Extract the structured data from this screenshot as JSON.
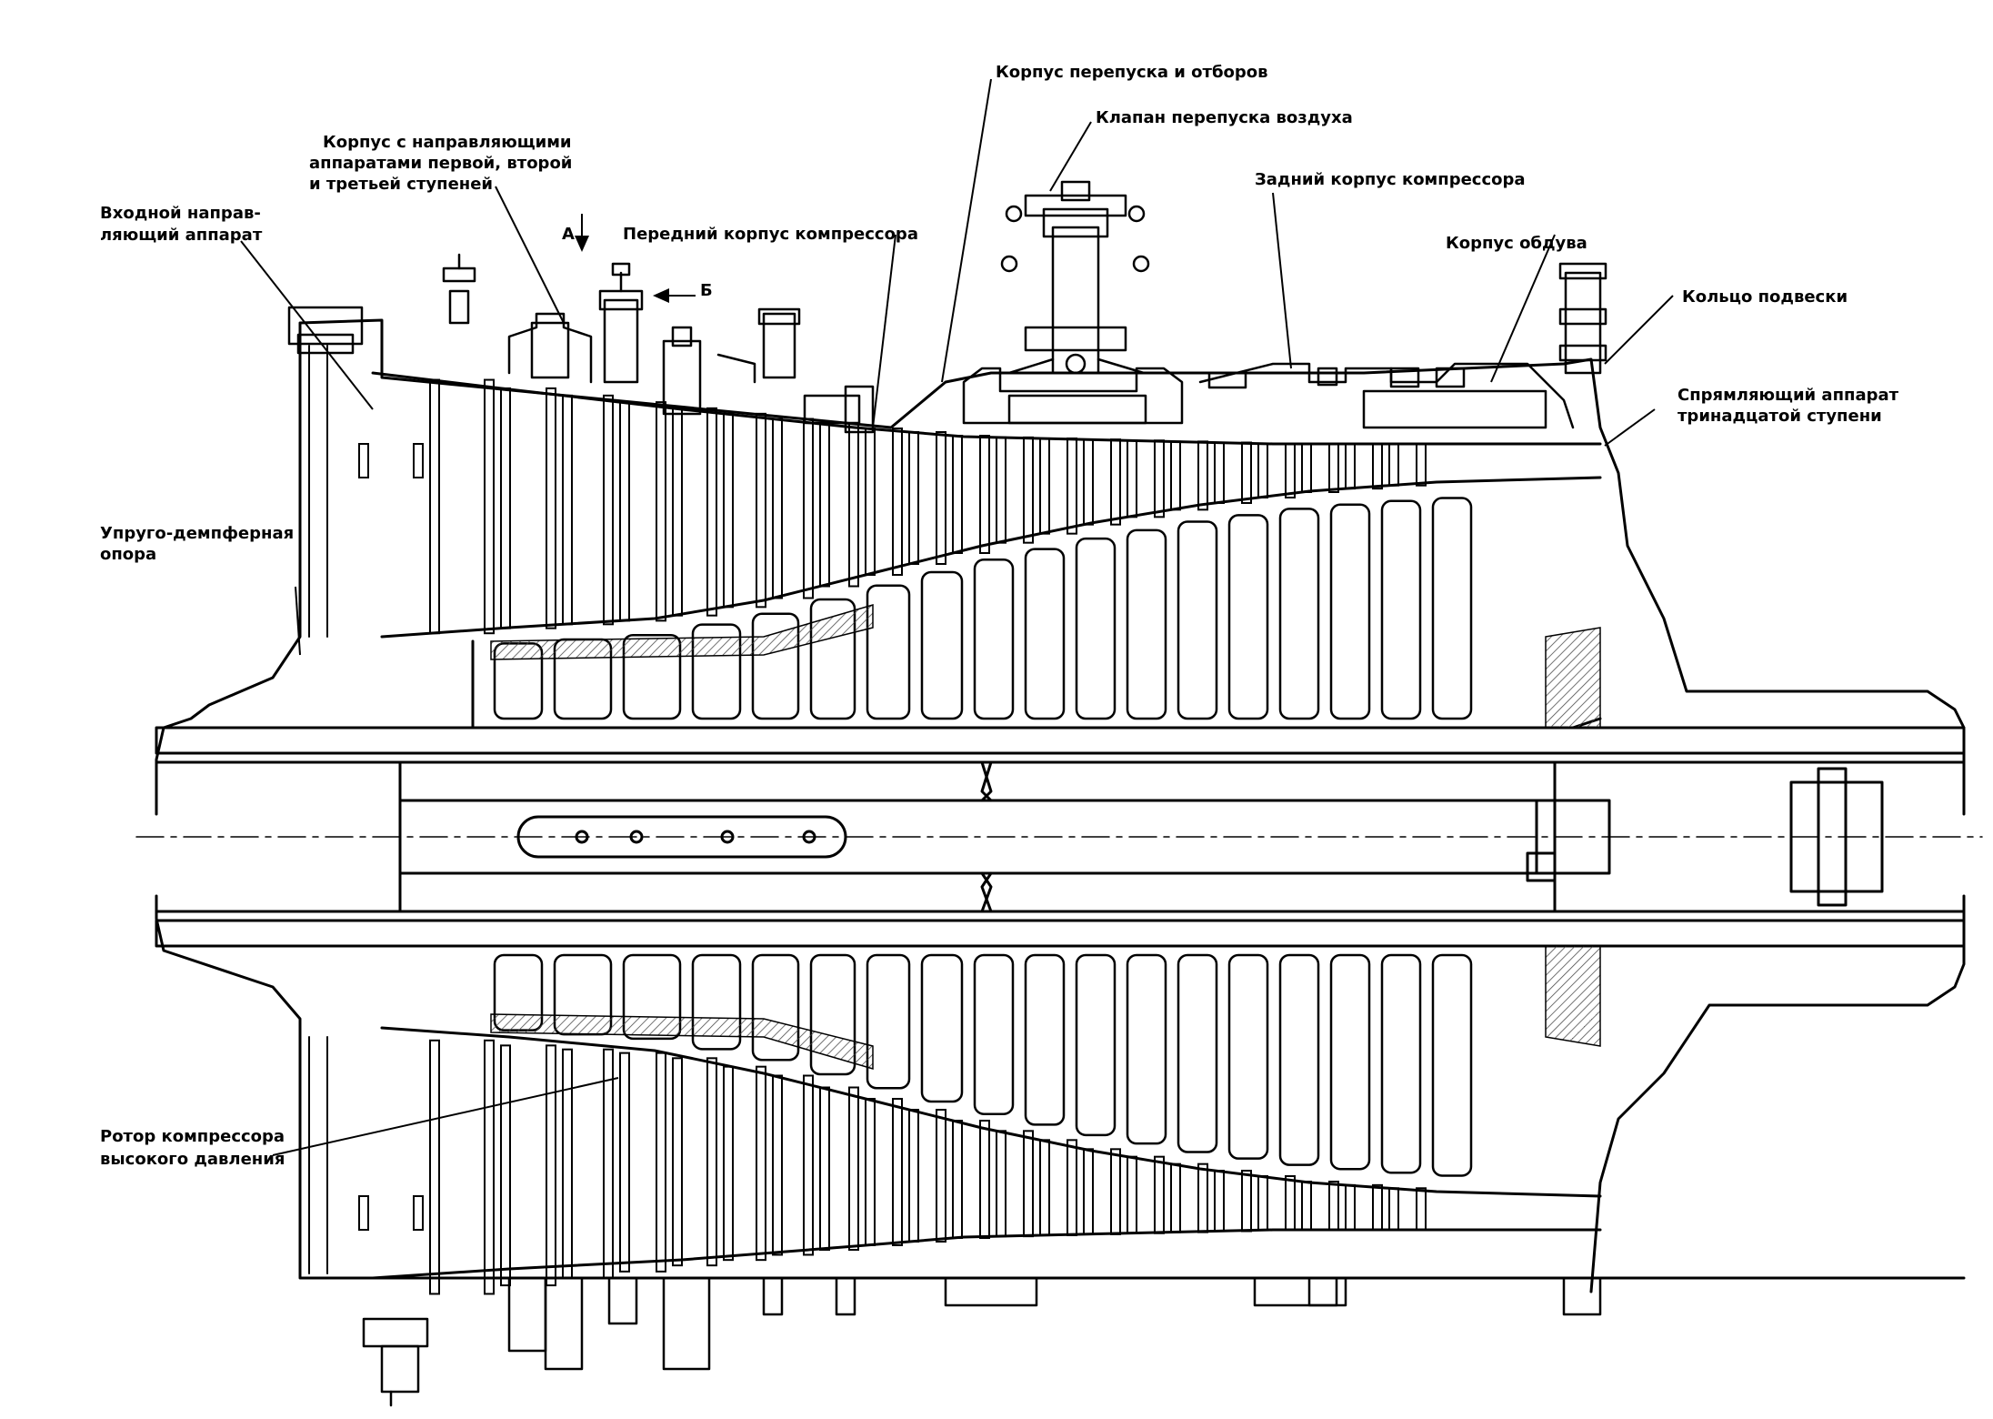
{
  "colors": {
    "ink": "#000000",
    "background": "#ffffff",
    "hatch": "#444444"
  },
  "labels": {
    "bypass_housing": "Корпус перепуска и отборов",
    "bypass_valve": "Клапан перепуска воздуха",
    "vane_housing": [
      "Корпус с направляющими",
      "аппаратами первой, второй",
      "и третьей ступеней"
    ],
    "igv": [
      "Входной направ-",
      "ляющий аппарат"
    ],
    "view_a": "А",
    "view_b": "Б",
    "front_case": "Передний корпус компрессора",
    "rear_case": "Задний корпус компрессора",
    "blow_case": "Корпус обдува",
    "suspension_ring": "Кольцо подвески",
    "stator_13": [
      "Спрямляющий аппарат",
      "тринадцатой ступени"
    ],
    "damper_support": [
      "Упруго-демпферная",
      "опора"
    ],
    "rotor": [
      "Ротор компрессора",
      "высокого давления"
    ]
  }
}
